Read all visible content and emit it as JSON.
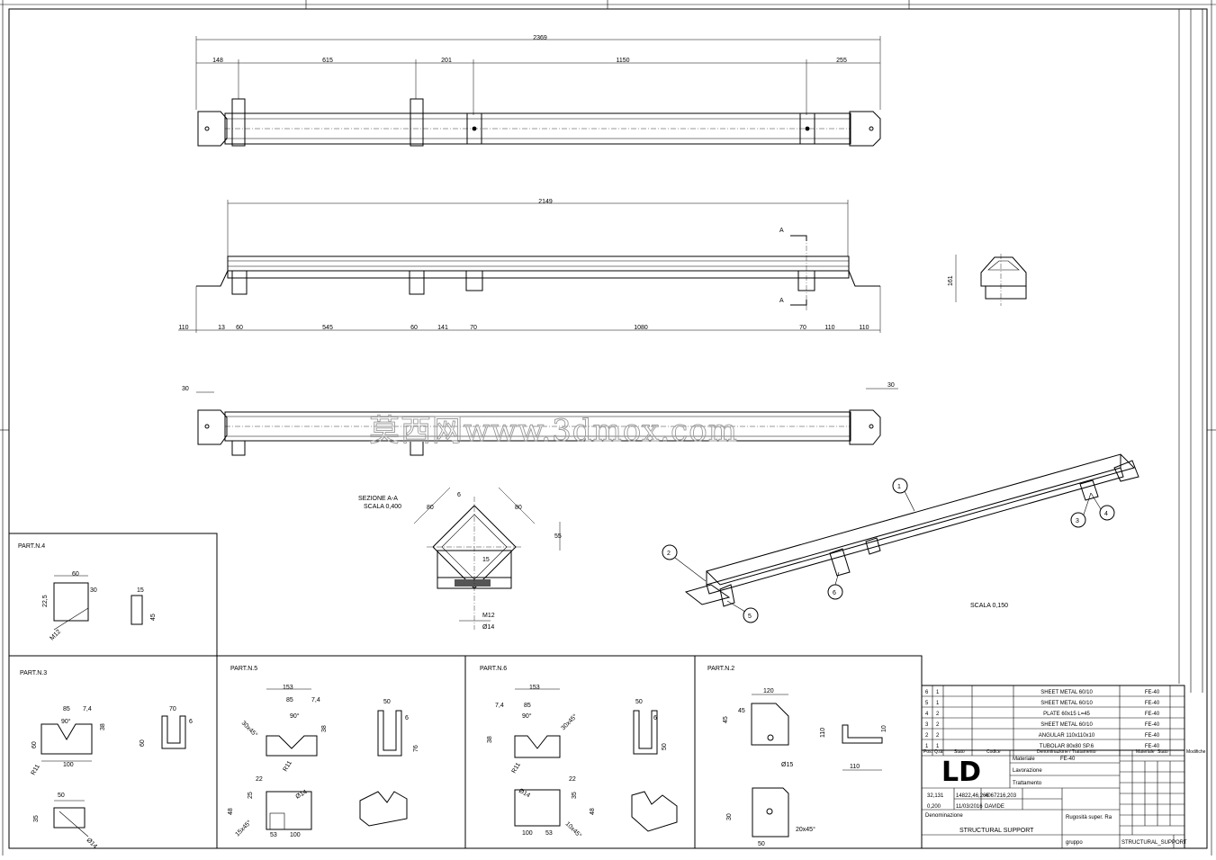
{
  "drawing": {
    "top_view": {
      "overall": "2369",
      "segments": [
        "148",
        "615",
        "201",
        "1150",
        "255"
      ]
    },
    "front_view": {
      "overall": "2149",
      "bottom": [
        "110",
        "13",
        "60",
        "545",
        "60",
        "141",
        "70",
        "1080",
        "70",
        "110",
        "110"
      ],
      "section_marks": [
        "A",
        "A"
      ]
    },
    "bottom_view": {
      "left": "30",
      "right": "30"
    },
    "end_view": {
      "height": "161"
    },
    "section": {
      "title": "SEZIONE A-A",
      "scale": "SCALA 0,400",
      "dims": [
        "80",
        "6",
        "80",
        "55",
        "15",
        "M12",
        "Ø14"
      ]
    },
    "iso": {
      "balloons": [
        "1",
        "2",
        "3",
        "4",
        "5",
        "6"
      ],
      "scale": "SCALA 0,150"
    }
  },
  "watermark": "莫西网www.3dmox.com",
  "parts": {
    "part4": {
      "title": "PART.N.4",
      "dims": [
        "60",
        "30",
        "22,5",
        "M12",
        "15",
        "45"
      ]
    },
    "part3": {
      "title": "PART.N.3",
      "dims": [
        "85",
        "7,4",
        "90°",
        "38",
        "60",
        "R11",
        "100",
        "70",
        "6",
        "60",
        "50",
        "35",
        "Ø14"
      ]
    },
    "part5": {
      "title": "PART.N.5",
      "dims": [
        "153",
        "85",
        "7,4",
        "30x45°",
        "90°",
        "38",
        "R11",
        "50",
        "6",
        "76",
        "22",
        "25",
        "Ø14",
        "48",
        "15x45°",
        "53",
        "100"
      ]
    },
    "part6": {
      "title": "PART.N.6",
      "dims": [
        "153",
        "7,4",
        "85",
        "30x45°",
        "90°",
        "38",
        "R11",
        "50",
        "6",
        "50",
        "22",
        "Ø14",
        "35",
        "48",
        "10x45°",
        "100",
        "53"
      ]
    },
    "part2": {
      "title": "PART.N.2",
      "dims": [
        "120",
        "45",
        "45",
        "110",
        "10",
        "Ø15",
        "110",
        "30",
        "20x45°",
        "50"
      ]
    }
  },
  "bom": {
    "rows": [
      {
        "pos": "6",
        "qty": "1",
        "desc": "SHEET METAL 60/10",
        "mat": "FE-40"
      },
      {
        "pos": "5",
        "qty": "1",
        "desc": "SHEET METAL 60/10",
        "mat": "FE-40"
      },
      {
        "pos": "4",
        "qty": "2",
        "desc": "PLATE 60x15 L=45",
        "mat": "FE-40"
      },
      {
        "pos": "3",
        "qty": "2",
        "desc": "SHEET METAL 60/10",
        "mat": "FE-40"
      },
      {
        "pos": "2",
        "qty": "2",
        "desc": "ANGULAR 110x110x10",
        "mat": "FE-40"
      },
      {
        "pos": "1",
        "qty": "1",
        "desc": "TUBOLAR 80x80 SP.6",
        "mat": "FE-40"
      }
    ],
    "headers": [
      "Pos.",
      "Q.tà",
      "Stato",
      "Codice",
      "Denominazione / Trattamento",
      "Materiale",
      "Stato",
      "Modifiche"
    ]
  },
  "titleblock": {
    "logo": "LD",
    "material_label": "Materiale",
    "material": "FE-40",
    "lavorazione": "Lavorazione",
    "trattamento": "Trattamento",
    "peso": "32,131",
    "superficie": "14822,46,266",
    "volume": "4067216,203",
    "scala": "0,200",
    "data": "11/03/2016",
    "disegnatore": "DAVIDE",
    "denominazione_label": "Denominazione",
    "denominazione": "STRUCTURAL SUPPORT",
    "codice": "STRUCTURAL_SUPPORT",
    "rugosita": "Rugosità super. Ra",
    "gruppo": "gruppo"
  }
}
